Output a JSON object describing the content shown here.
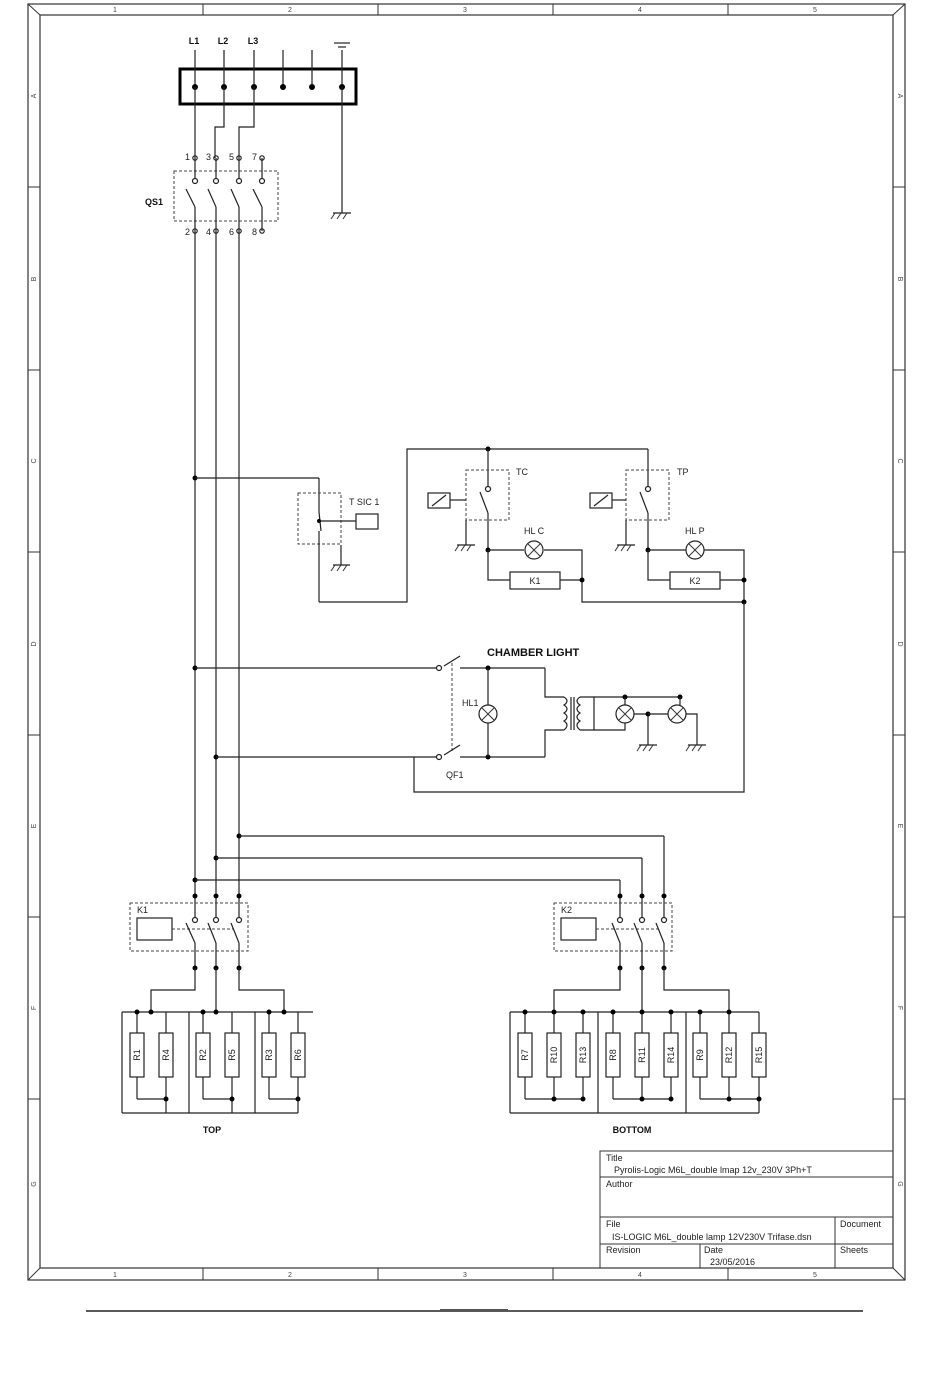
{
  "frame": {
    "columns": [
      "1",
      "2",
      "3",
      "4",
      "5"
    ],
    "rows": [
      "A",
      "B",
      "C",
      "D",
      "E",
      "F",
      "G"
    ]
  },
  "supply": {
    "phases": [
      "L1",
      "L2",
      "L3"
    ]
  },
  "switch_qs1": {
    "name": "QS1",
    "top_terminals": [
      "1",
      "3",
      "5",
      "7"
    ],
    "bottom_terminals": [
      "2",
      "4",
      "6",
      "8"
    ]
  },
  "thermostat": {
    "label": "T SIC 1"
  },
  "controls": {
    "tc": "TC",
    "tp": "TP",
    "lamp_c": "HL C",
    "lamp_p": "HL P",
    "relay_1": "K1",
    "relay_2": "K2"
  },
  "chamber_light": {
    "title": "CHAMBER LIGHT",
    "lamp": "HL1",
    "breaker": "QF1"
  },
  "contactors": {
    "k1": "K1",
    "k2": "K2"
  },
  "resistors": {
    "top": [
      "R1",
      "R4",
      "R2",
      "R5",
      "R3",
      "R6"
    ],
    "top_label": "TOP",
    "bottom": [
      "R7",
      "R10",
      "R13",
      "R8",
      "R11",
      "R14",
      "R9",
      "R12",
      "R15"
    ],
    "bottom_label": "BOTTOM"
  },
  "title_block": {
    "title_label": "Title",
    "title_value": "Pyrolis-Logic M6L_double lmap 12v_230V 3Ph+T",
    "author_label": "Author",
    "file_label": "File",
    "file_value": "IS-LOGIC M6L_double lamp 12V230V Trifase.dsn",
    "document_label": "Document",
    "revision_label": "Revision",
    "date_label": "Date",
    "date_value": "23/05/2016",
    "sheets_label": "Sheets"
  }
}
